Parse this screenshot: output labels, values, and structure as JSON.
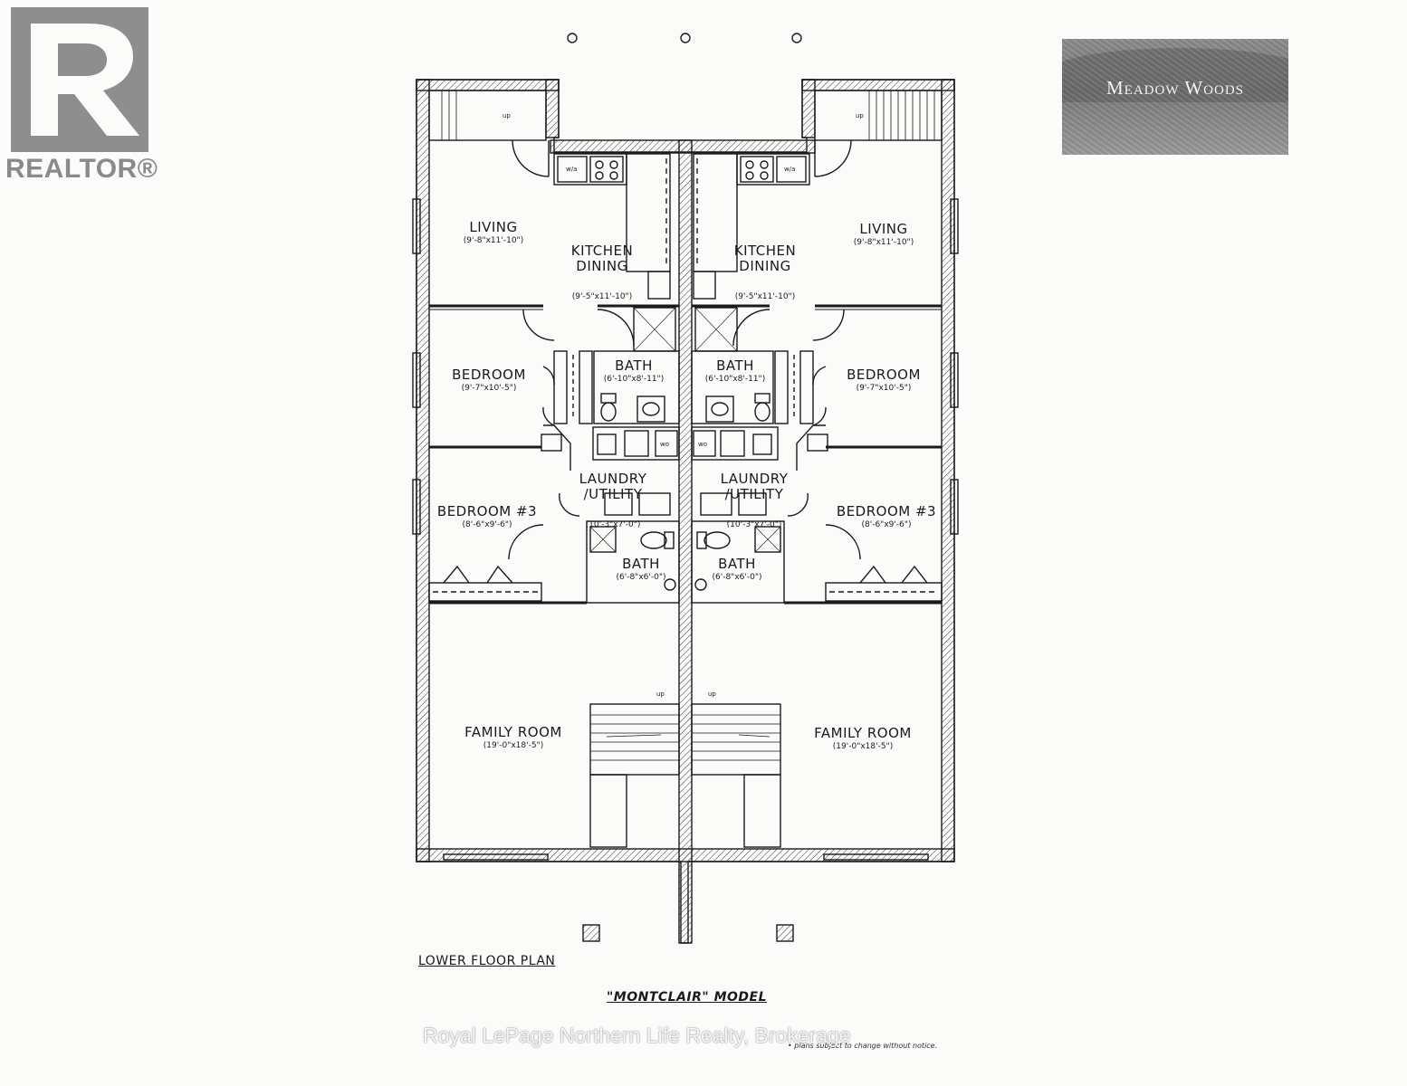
{
  "logo": {
    "text": "REALTOR®"
  },
  "brand": {
    "name": "Meadow Woods"
  },
  "plan": {
    "rooms": [
      {
        "id": "living-left",
        "name": "LIVING",
        "dims": "(9'-8\"x11'-10\")"
      },
      {
        "id": "kitchen-left",
        "name": "KITCHEN\nDINING",
        "dims": "(9'-5\"x11'-10\")"
      },
      {
        "id": "kitchen-right",
        "name": "KITCHEN\nDINING",
        "dims": "(9'-5\"x11'-10\")"
      },
      {
        "id": "living-right",
        "name": "LIVING",
        "dims": "(9'-8\"x11'-10\")"
      },
      {
        "id": "bedroom-left",
        "name": "BEDROOM",
        "dims": "(9'-7\"x10'-5\")"
      },
      {
        "id": "bath-left",
        "name": "BATH",
        "dims": "(6'-10\"x8'-11\")"
      },
      {
        "id": "bath-right",
        "name": "BATH",
        "dims": "(6'-10\"x8'-11\")"
      },
      {
        "id": "bedroom-right",
        "name": "BEDROOM",
        "dims": "(9'-7\"x10'-5\")"
      },
      {
        "id": "laundry-left",
        "name": "LAUNDRY\n/UTILITY",
        "dims": "(10'-3\"x7'-0\")"
      },
      {
        "id": "laundry-right",
        "name": "LAUNDRY\n/UTILITY",
        "dims": "(10'-3\"x7'-0\")"
      },
      {
        "id": "bedroom3-left",
        "name": "BEDROOM #3",
        "dims": "(8'-6\"x9'-6\")"
      },
      {
        "id": "bedroom3-right",
        "name": "BEDROOM #3",
        "dims": "(8'-6\"x9'-6\")"
      },
      {
        "id": "bath2-left",
        "name": "BATH",
        "dims": "(6'-8\"x6'-0\")"
      },
      {
        "id": "bath2-right",
        "name": "BATH",
        "dims": "(6'-8\"x6'-0\")"
      },
      {
        "id": "family-left",
        "name": "FAMILY ROOM",
        "dims": "(19'-0\"x18'-5\")"
      },
      {
        "id": "family-right",
        "name": "FAMILY ROOM",
        "dims": "(19'-0\"x18'-5\")"
      }
    ],
    "fixtures": {
      "washer": "wo",
      "dryer": "wo",
      "stair_up": "up",
      "wa": "w/a"
    },
    "title": "LOWER FLOOR PLAN",
    "model": "\"MONTCLAIR\" MODEL",
    "disclaimer": "• plans subject to change without notice."
  },
  "watermark": "Royal LePage Northern Life Realty, Brokerage"
}
